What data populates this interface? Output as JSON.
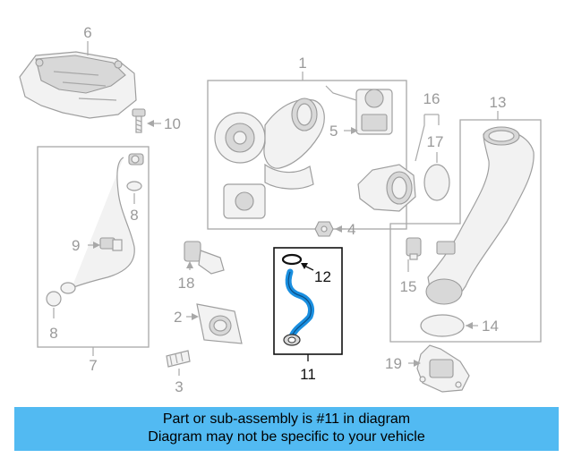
{
  "colors": {
    "highlight": "#1a8fe0",
    "banner_bg": "#52baf2",
    "callout_dim": "#9a9a9a",
    "callout_active": "#111111"
  },
  "callouts": {
    "c1": "1",
    "c2": "2",
    "c3": "3",
    "c4": "4",
    "c5": "5",
    "c6": "6",
    "c7": "7",
    "c8a": "8",
    "c8b": "8",
    "c9": "9",
    "c10": "10",
    "c11": "11",
    "c12": "12",
    "c13": "13",
    "c14": "14",
    "c15": "15",
    "c16": "16",
    "c17": "17",
    "c18": "18",
    "c19": "19"
  },
  "banner": {
    "line1": "Part or sub-assembly is #11 in diagram",
    "line2": "Diagram may not be specific to your vehicle"
  }
}
